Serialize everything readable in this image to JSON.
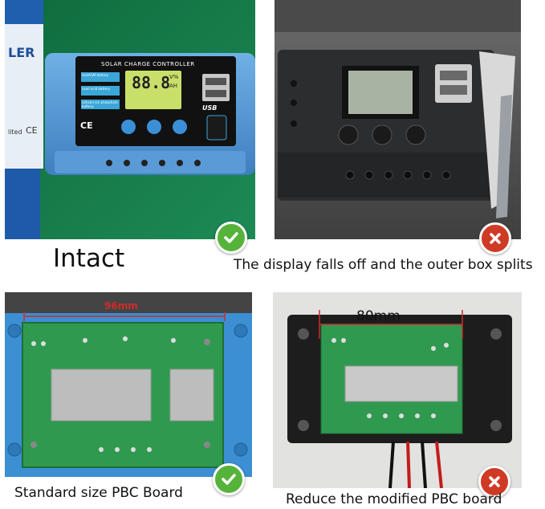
{
  "panels": {
    "top_left": {
      "caption": "Intact",
      "device_title": "SOLAR CHARGE CONTROLLER",
      "lcd_digits": "88.8",
      "lcd_unit_top": "V%",
      "lcd_unit_bottom": "AH",
      "battery_labels": [
        "Gel/AGM battery",
        "Lead acid battery",
        "Lithium ion phosphate battery"
      ],
      "usb_label": "USB",
      "brand_partial": "LER",
      "marks": [
        "CE"
      ],
      "side_text": "lited",
      "status_icon": "check-icon"
    },
    "top_right": {
      "caption": "The display falls off and the outer box splits",
      "status_icon": "cross-icon"
    },
    "bottom_left": {
      "caption": "Standard size PBC Board",
      "measure": "96mm",
      "status_icon": "check-icon"
    },
    "bottom_right": {
      "caption": "Reduce the modified PBC board",
      "measure": "80mm",
      "status_icon": "cross-icon"
    }
  },
  "colors": {
    "ok_green": "#56b33a",
    "bad_red": "#cf3a25",
    "pcb_green": "#2f9a4f",
    "device_blue": "#4f93cf",
    "measure_red": "#d22a2a"
  }
}
